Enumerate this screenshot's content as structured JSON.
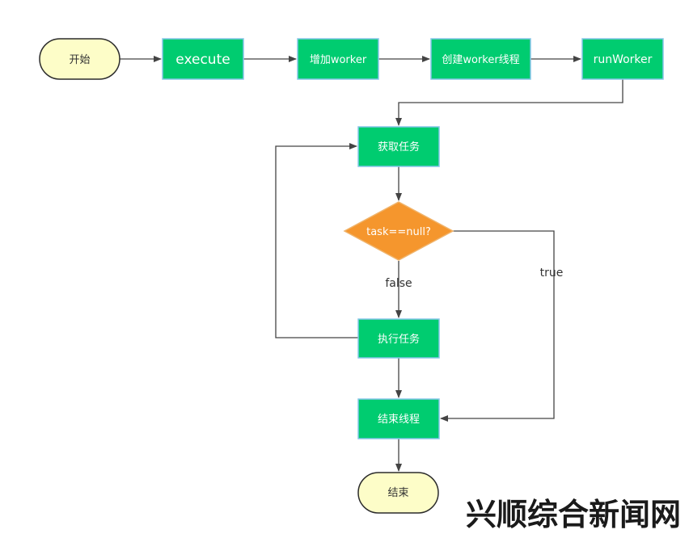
{
  "colors": {
    "process_fill": "#00cc70",
    "process_stroke": "#86c5e8",
    "terminal_fill": "#fdfdc8",
    "terminal_stroke": "#2b2b2b",
    "decision_fill": "#f5962d",
    "decision_stroke": "#f0b36a",
    "edge": "#444444",
    "watermark": "#1a1a1a"
  },
  "nodes": {
    "start": "开始",
    "execute": "execute",
    "add_worker": "增加worker",
    "create_thread": "创建worker线程",
    "run_worker": "runWorker",
    "get_task": "获取任务",
    "decision": "task==null?",
    "exec_task": "执行任务",
    "end_thread": "结束线程",
    "end": "结束"
  },
  "edge_labels": {
    "false": "false",
    "true": "true"
  },
  "watermark": "兴顺综合新闻网"
}
